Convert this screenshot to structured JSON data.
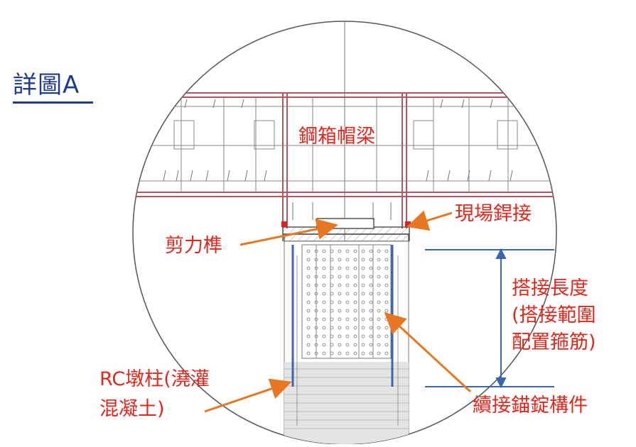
{
  "title": "詳圖A",
  "labels": {
    "steel_box_cap_beam": "鋼箱帽梁",
    "field_weld": "現場銲接",
    "shear_key": "剪力榫",
    "lap_length_line1": "搭接長度",
    "lap_length_line2": "(搭接範圍",
    "lap_length_line3": "配置箍筋)",
    "rc_pier_line1": "RC墩柱(澆灌",
    "rc_pier_line2": "混凝土)",
    "splice_anchor": "續接錨錠構件"
  },
  "colors": {
    "title": "#1f3d8a",
    "label": "#e0281c",
    "arrow": "#e87722",
    "steel": "#b5545c",
    "dimension": "#3a66b0",
    "outline": "#555555"
  }
}
